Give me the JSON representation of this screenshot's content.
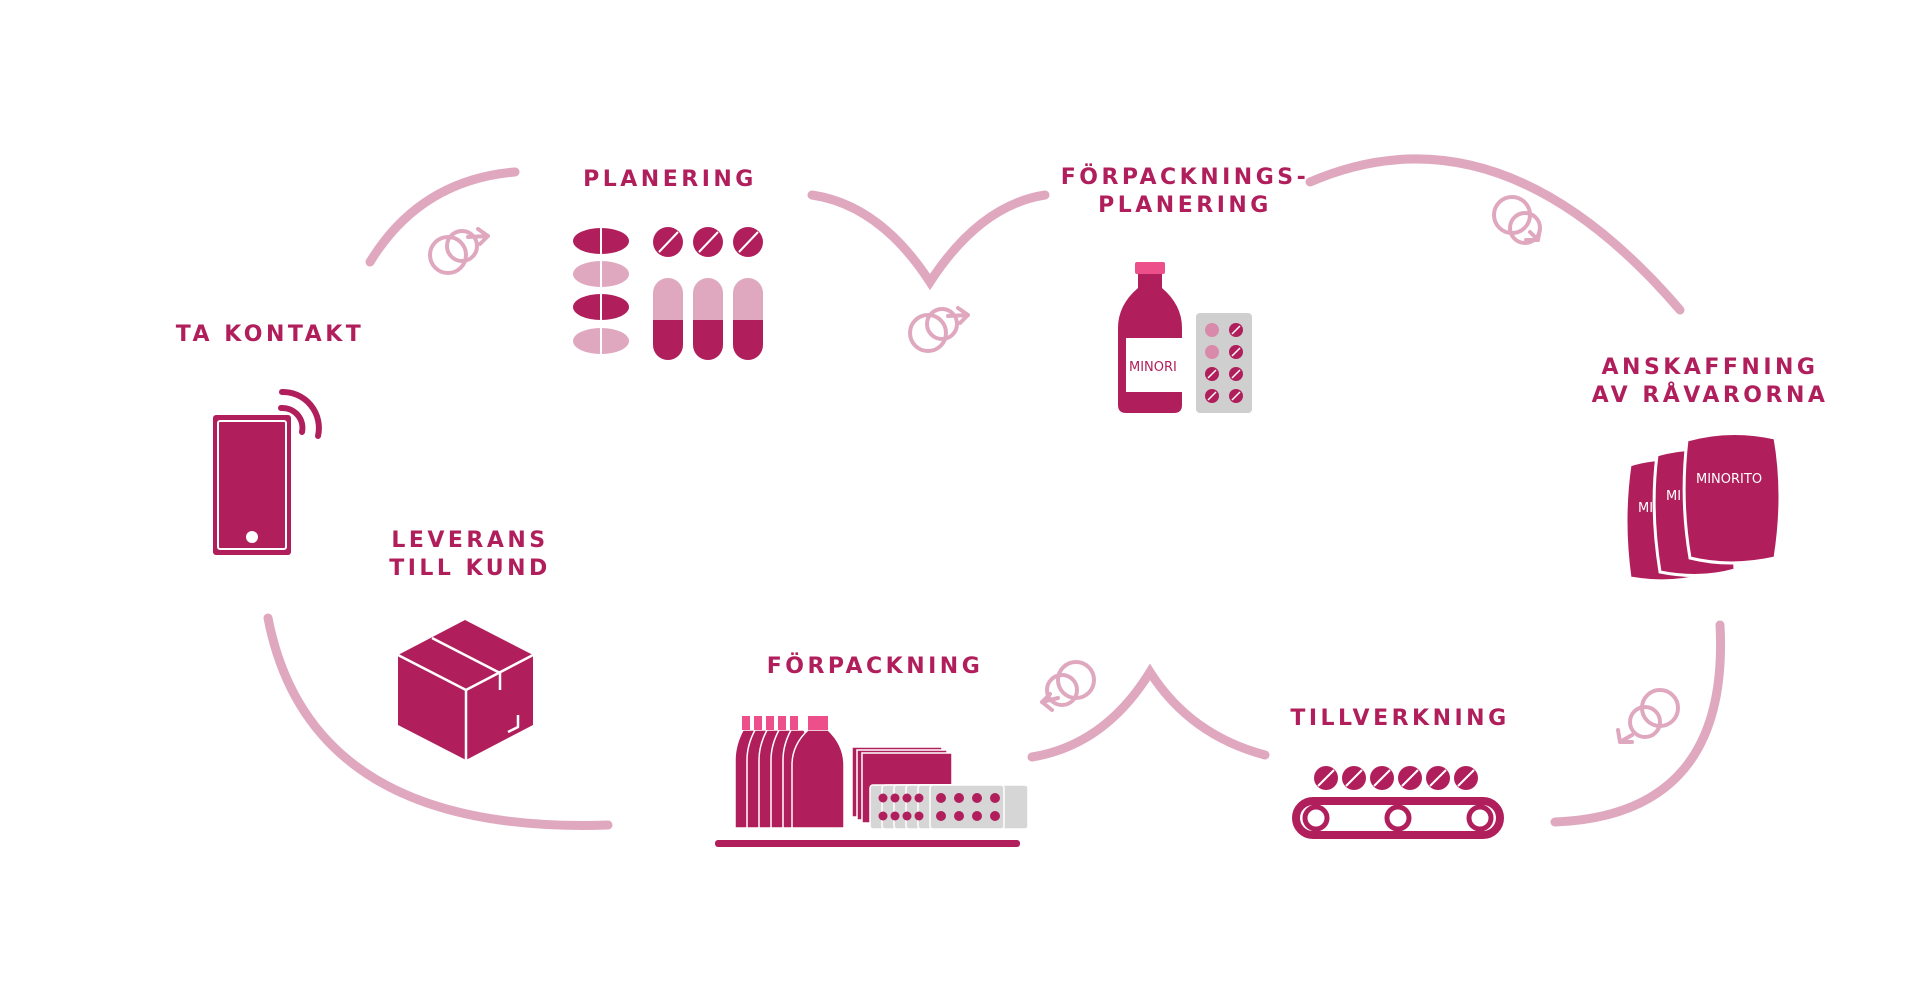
{
  "colors": {
    "primary": "#b01f5c",
    "light": "#dfa8bf",
    "grey": "#cfcfcf"
  },
  "steps": {
    "ta_kontakt": {
      "lines": [
        "TA KONTAKT"
      ],
      "icon": "phone-icon"
    },
    "planering": {
      "lines": [
        "PLANERING"
      ],
      "icon": "pills-capsules-icon"
    },
    "forpackningsplanering": {
      "lines": [
        "FÖRPACKNINGS-",
        "PLANERING"
      ],
      "icon": "bottle-blister-icon"
    },
    "anskaffning": {
      "lines": [
        "ANSKAFFNING",
        "AV RÅVARORNA"
      ],
      "icon": "sacks-icon"
    },
    "tillverkning": {
      "lines": [
        "TILLVERKNING"
      ],
      "icon": "conveyor-icon"
    },
    "forpackning": {
      "lines": [
        "FÖRPACKNING"
      ],
      "icon": "bottles-blisters-icon"
    },
    "leverans": {
      "lines": [
        "LEVERANS",
        "TILL KUND"
      ],
      "icon": "box-icon"
    }
  },
  "brand": {
    "bottle_label": "MINORI",
    "sack_labels": [
      "MI",
      "MI",
      "MINORITO"
    ]
  }
}
